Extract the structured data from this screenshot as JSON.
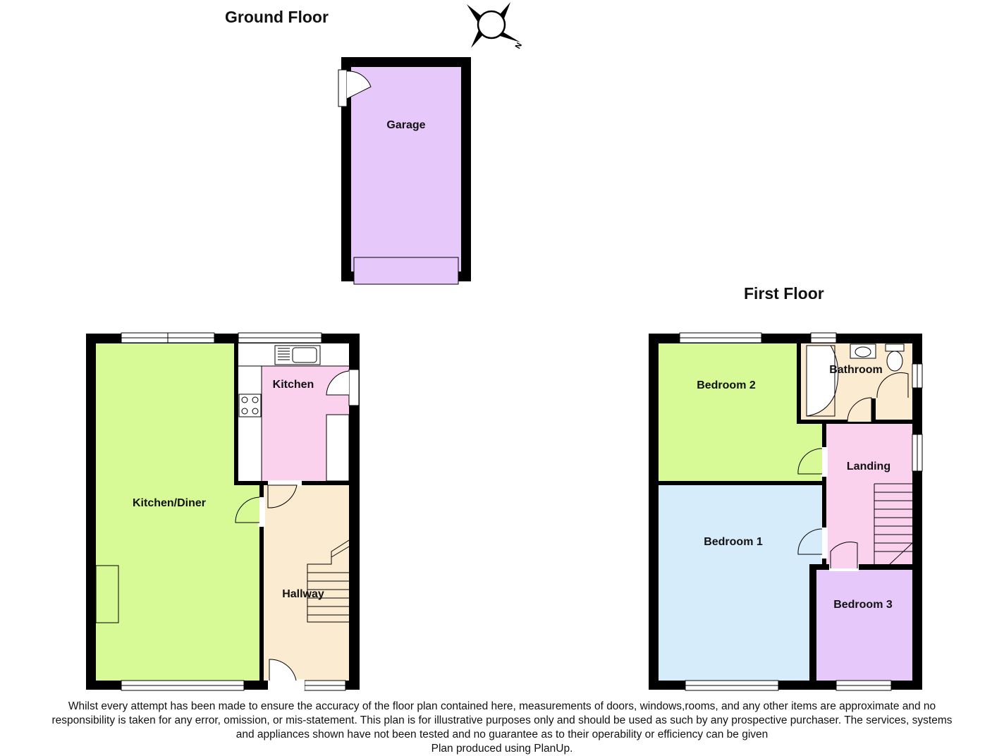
{
  "headings": {
    "ground_floor": "Ground Floor",
    "first_floor": "First Floor"
  },
  "compass": {
    "north_label": "N"
  },
  "rooms": {
    "garage": "Garage",
    "kitchen": "Kitchen",
    "kitchen_diner": "Kitchen/Diner",
    "hallway": "Hallway",
    "bedroom_1": "Bedroom 1",
    "bedroom_2": "Bedroom 2",
    "bedroom_3": "Bedroom 3",
    "bathroom": "Bathroom",
    "landing": "Landing"
  },
  "colors": {
    "wall": "#000000",
    "garage": "#e6c8fa",
    "kitchen": "#fad2ee",
    "kitchen_diner": "#d7fa96",
    "hallway": "#fbebd0",
    "bedroom_1": "#d6ecfa",
    "bedroom_2": "#d7fa96",
    "bedroom_3": "#e6c8fa",
    "bathroom": "#fbebd0",
    "landing": "#fad2ee"
  },
  "disclaimer": {
    "line1": "Whilst every attempt has been made to ensure the accuracy of the floor plan contained here, measurements of doors, windows,rooms, and any other items are approximate and no",
    "line2": "responsibility is taken for any error, omission, or mis-statement. This plan is for illustrative purposes only and should be used as such by any prospective purchaser. The services, systems",
    "line3": "and appliances shown have not been tested and no guarantee as to their operability or efficiency can be given",
    "line4": "Plan produced using PlanUp."
  }
}
